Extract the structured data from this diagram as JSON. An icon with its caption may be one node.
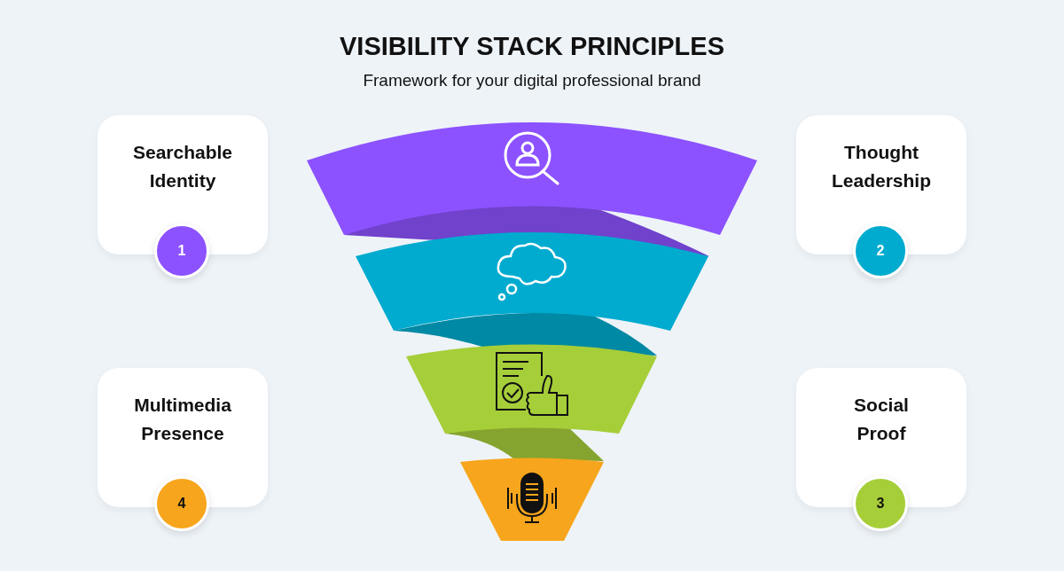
{
  "diagram": {
    "title": "VISIBILITY STACK PRINCIPLES",
    "nodes": [
      {
        "text": [
          "Searchable Identity"
        ]
      },
      {
        "text": [
          "1"
        ]
      },
      {
        "text": [
          "Thought Leadership"
        ]
      },
      {
        "text": [
          "2"
        ]
      },
      {
        "text": [
          "Multimedia Presence"
        ]
      },
      {
        "text": [
          "4"
        ]
      },
      {
        "text": [
          "Social Proof"
        ]
      },
      {
        "text": [
          "3"
        ]
      }
    ],
    "labels": [
      "Framework for your digital professional brand"
    ]
  }
}
